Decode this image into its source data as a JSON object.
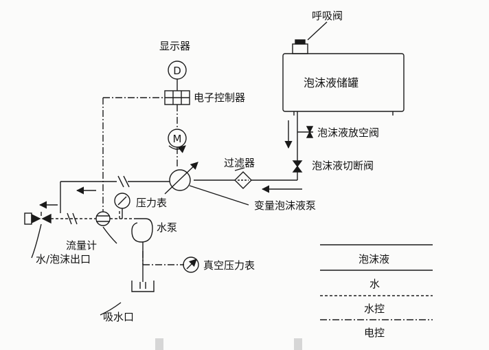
{
  "components": {
    "breather_valve": "呼吸阀",
    "display": "显示器",
    "display_symbol": "D",
    "electronic_controller": "电子控制器",
    "motor_symbol": "M",
    "foam_tank": "泡沫液储罐",
    "foam_vent_valve": "泡沫液放空阀",
    "filter": "过滤器",
    "foam_shutoff_valve": "泡沫液切断阀",
    "pressure_gauge": "压力表",
    "variable_foam_pump": "变量泡沫液泵",
    "water_pump": "水泵",
    "flow_meter": "流量计",
    "outlet": "水/泡沫出口",
    "vacuum_gauge": "真空压力表",
    "suction_inlet": "吸水口"
  },
  "legend": {
    "items": [
      {
        "label": "泡沫液",
        "style": "solid"
      },
      {
        "label": "水",
        "style": "solid"
      },
      {
        "label": "水控",
        "style": "dashed"
      },
      {
        "label": "电控",
        "style": "dash-dot"
      }
    ]
  },
  "colors": {
    "line": "#1a1a1a",
    "background": "#fbfbfa"
  }
}
